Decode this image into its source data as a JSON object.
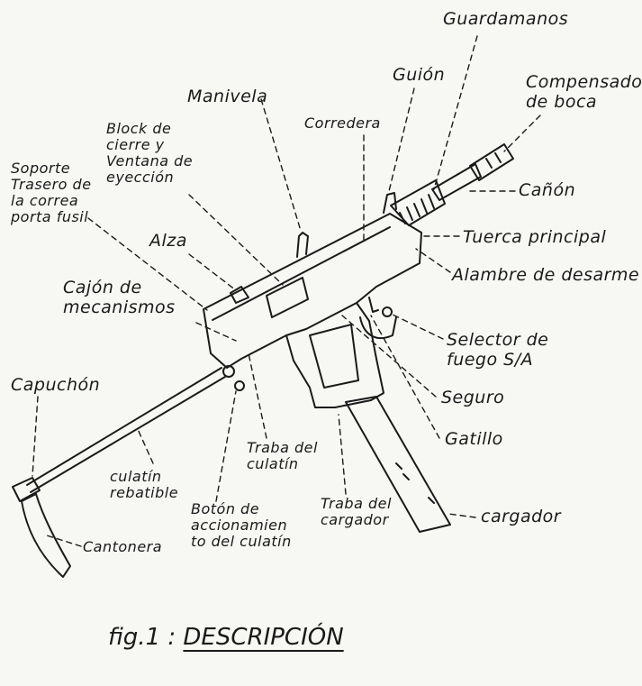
{
  "labels": {
    "guardamanos": "Guardamanos",
    "guion": "Guión",
    "compensador": "Compensador\nde boca",
    "manivela": "Manivela",
    "corredera": "Corredera",
    "block": "Block de\ncierre y\nVentana de\neyección",
    "soporte": "Soporte\nTrasero de\nla correa\nporta fusil",
    "alza": "Alza",
    "canon": "Cañón",
    "tuerca": "Tuerca principal",
    "alambre": "Alambre de desarme",
    "cajon": "Cajón de\nmecanismos",
    "selector": "Selector de\nfuego S/A",
    "seguro": "Seguro",
    "gatillo": "Gatillo",
    "capuchon": "Capuchón",
    "traba_culatin": "Traba del\nculatín",
    "culatin": "culatín\nrebatible",
    "boton": "Botón de\naccionamien\nto del culatín",
    "traba_cargador": "Traba del\ncargador",
    "cargador": "cargador",
    "cantonera": "Cantonera"
  },
  "caption": {
    "prefix": "fig.1 :",
    "title": "DESCRIPCIÓN"
  }
}
